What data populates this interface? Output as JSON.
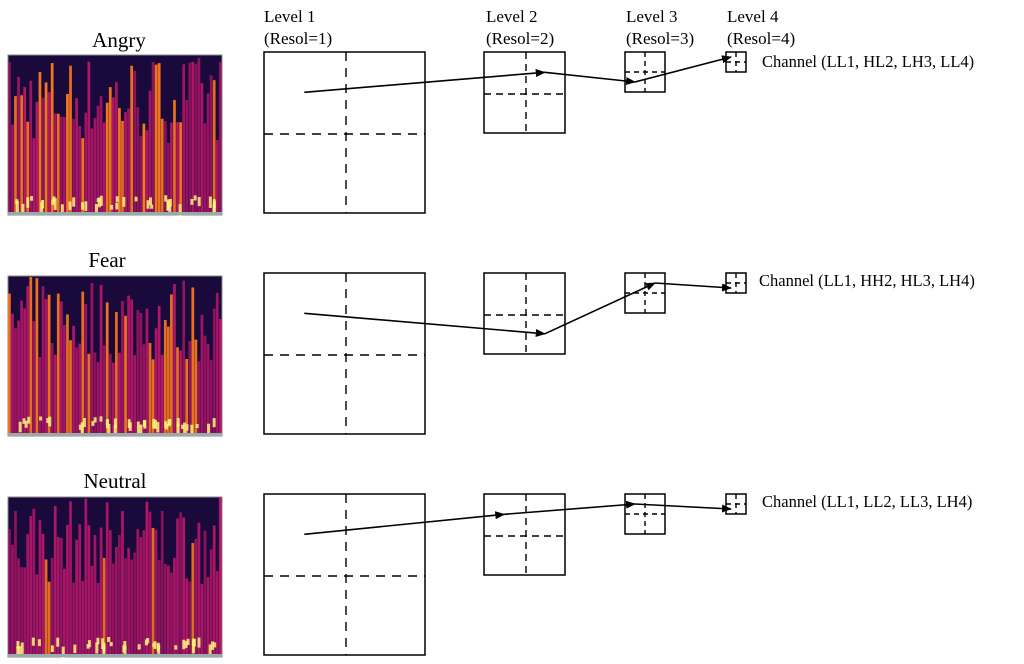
{
  "header": {
    "levels": [
      {
        "level": "Level 1",
        "resol": "(Resol=1)"
      },
      {
        "level": "Level 2",
        "resol": "(Resol=2)"
      },
      {
        "level": "Level 3",
        "resol": "(Resol=3)"
      },
      {
        "level": "Level 4",
        "resol": "(Resol=4)"
      }
    ]
  },
  "rows": [
    {
      "emotion": "Angry",
      "channel": "Channel (LL1, HL2, LH3, LL4)",
      "quadrants": [
        "LL",
        "HL",
        "LH",
        "LL"
      ]
    },
    {
      "emotion": "Fear",
      "channel": "Channel (LL1, HH2, HL3, LH4)",
      "quadrants": [
        "LL",
        "HH",
        "HL",
        "LH"
      ]
    },
    {
      "emotion": "Neutral",
      "channel": "Channel (LL1, LL2, LL3, LH4)",
      "quadrants": [
        "LL",
        "LL",
        "LL",
        "LH"
      ]
    }
  ],
  "colors": {
    "spectrogram_low": "#1a0a3c",
    "spectrogram_mid": "#c8186e",
    "spectrogram_high": "#ff7a1e",
    "spectrogram_peak": "#fff27a"
  }
}
